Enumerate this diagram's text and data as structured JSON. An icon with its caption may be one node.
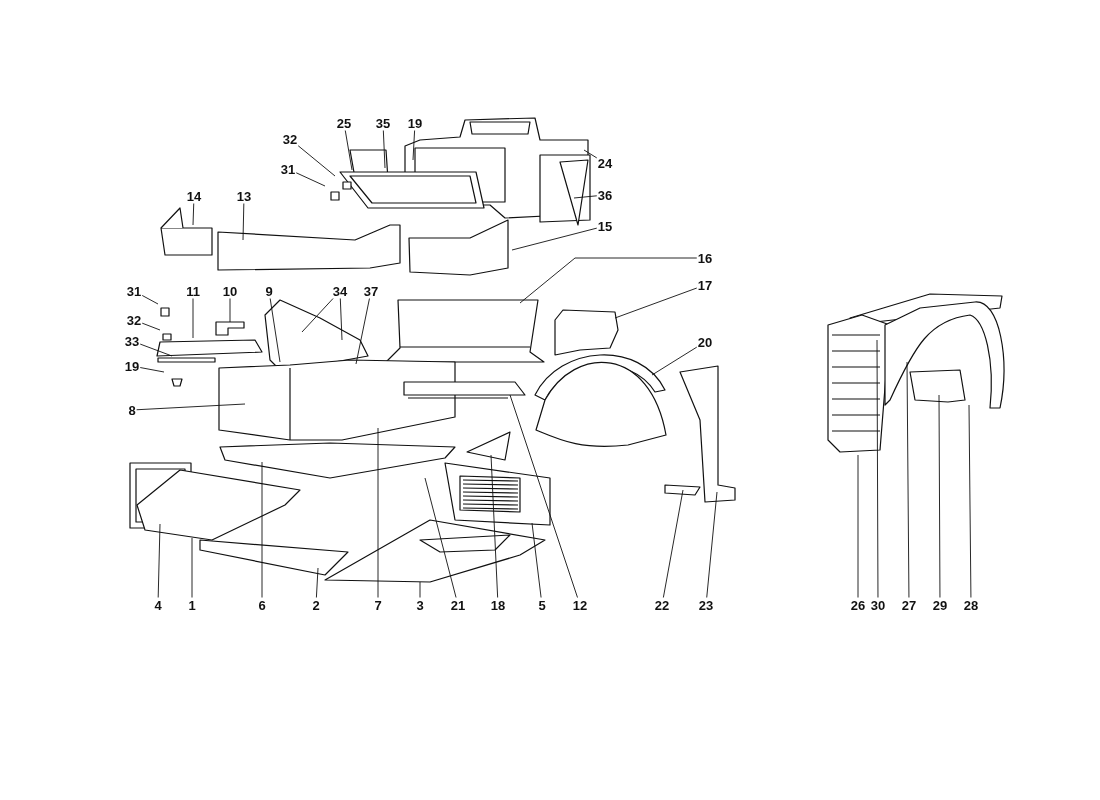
{
  "diagram": {
    "nodes": [
      {
        "text": [
          "25"
        ]
      },
      {
        "text": [
          "35"
        ]
      },
      {
        "text": [
          "19"
        ]
      },
      {
        "text": [
          "24"
        ]
      },
      {
        "text": [
          "32"
        ]
      },
      {
        "text": [
          "31"
        ]
      },
      {
        "text": [
          "14"
        ]
      },
      {
        "text": [
          "13"
        ]
      },
      {
        "text": [
          "36"
        ]
      },
      {
        "text": [
          "15"
        ]
      },
      {
        "text": [
          "31"
        ]
      },
      {
        "text": [
          "32"
        ]
      },
      {
        "text": [
          "33"
        ]
      },
      {
        "text": [
          "19"
        ]
      },
      {
        "text": [
          "11"
        ]
      },
      {
        "text": [
          "10"
        ]
      },
      {
        "text": [
          "9"
        ]
      },
      {
        "text": [
          "34"
        ]
      },
      {
        "text": [
          "37"
        ]
      },
      {
        "text": [
          "16"
        ]
      },
      {
        "text": [
          "17"
        ]
      },
      {
        "text": [
          "8"
        ]
      },
      {
        "text": [
          "20"
        ]
      },
      {
        "text": [
          "4"
        ]
      },
      {
        "text": [
          "1"
        ]
      },
      {
        "text": [
          "6"
        ]
      },
      {
        "text": [
          "2"
        ]
      },
      {
        "text": [
          "7"
        ]
      },
      {
        "text": [
          "3"
        ]
      },
      {
        "text": [
          "21"
        ]
      },
      {
        "text": [
          "18"
        ]
      },
      {
        "text": [
          "5"
        ]
      },
      {
        "text": [
          "12"
        ]
      },
      {
        "text": [
          "22"
        ]
      },
      {
        "text": [
          "23"
        ]
      },
      {
        "text": [
          "26"
        ]
      },
      {
        "text": [
          "30"
        ]
      },
      {
        "text": [
          "27"
        ]
      },
      {
        "text": [
          "29"
        ]
      },
      {
        "text": [
          "28"
        ]
      }
    ],
    "edges": [
      {
        "from": 0,
        "to": null,
        "arrow": "none"
      },
      {
        "from": 1,
        "to": null,
        "arrow": "none"
      },
      {
        "from": 2,
        "to": null,
        "arrow": "none"
      },
      {
        "from": 3,
        "to": null,
        "arrow": "none"
      },
      {
        "from": 4,
        "to": null,
        "arrow": "none"
      },
      {
        "from": 5,
        "to": null,
        "arrow": "none"
      },
      {
        "from": 6,
        "to": null,
        "arrow": "none"
      },
      {
        "from": 7,
        "to": null,
        "arrow": "none"
      },
      {
        "from": 8,
        "to": null,
        "arrow": "none"
      },
      {
        "from": 9,
        "to": null,
        "arrow": "none"
      },
      {
        "from": 10,
        "to": null,
        "arrow": "none"
      },
      {
        "from": 11,
        "to": null,
        "arrow": "none"
      },
      {
        "from": 12,
        "to": null,
        "arrow": "none"
      },
      {
        "from": 13,
        "to": null,
        "arrow": "none"
      },
      {
        "from": 14,
        "to": null,
        "arrow": "none"
      },
      {
        "from": 15,
        "to": null,
        "arrow": "none"
      },
      {
        "from": 16,
        "to": null,
        "arrow": "none"
      },
      {
        "from": 17,
        "to": null,
        "arrow": "none"
      },
      {
        "from": 17,
        "to": null,
        "arrow": "none"
      },
      {
        "from": 18,
        "to": null,
        "arrow": "none"
      },
      {
        "from": 19,
        "to": null,
        "arrow": "none"
      },
      {
        "from": 20,
        "to": null,
        "arrow": "none"
      },
      {
        "from": 21,
        "to": null,
        "arrow": "none"
      },
      {
        "from": 22,
        "to": null,
        "arrow": "none"
      },
      {
        "from": 23,
        "to": null,
        "arrow": "none"
      },
      {
        "from": 24,
        "to": null,
        "arrow": "none"
      },
      {
        "from": 25,
        "to": null,
        "arrow": "none"
      },
      {
        "from": 26,
        "to": null,
        "arrow": "none"
      },
      {
        "from": 27,
        "to": null,
        "arrow": "none"
      },
      {
        "from": 28,
        "to": null,
        "arrow": "none"
      },
      {
        "from": 29,
        "to": null,
        "arrow": "none"
      },
      {
        "from": 30,
        "to": null,
        "arrow": "none"
      },
      {
        "from": 31,
        "to": null,
        "arrow": "none"
      },
      {
        "from": 32,
        "to": null,
        "arrow": "none"
      },
      {
        "from": 33,
        "to": null,
        "arrow": "none"
      },
      {
        "from": 34,
        "to": null,
        "arrow": "none"
      },
      {
        "from": 35,
        "to": null,
        "arrow": "none"
      },
      {
        "from": 36,
        "to": null,
        "arrow": "none"
      },
      {
        "from": 37,
        "to": null,
        "arrow": "none"
      },
      {
        "from": 38,
        "to": null,
        "arrow": "none"
      },
      {
        "from": 39,
        "to": null,
        "arrow": "none"
      }
    ]
  }
}
